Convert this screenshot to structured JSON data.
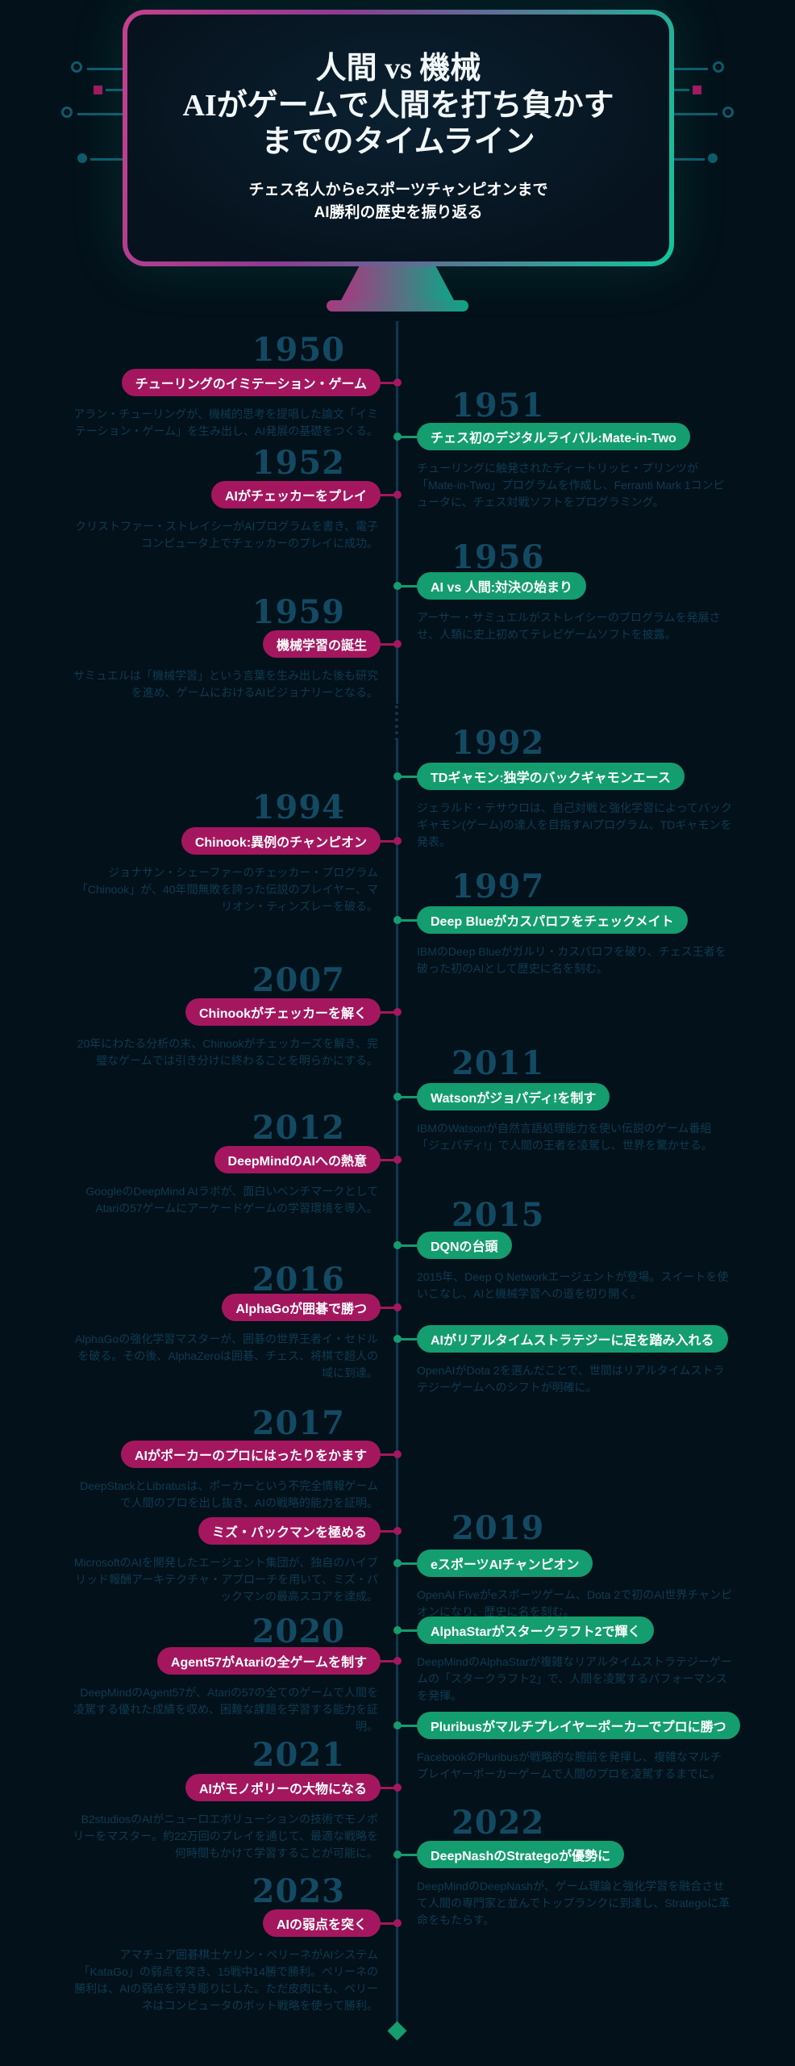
{
  "header": {
    "title_lines": [
      "人間 vs 機械",
      "AIがゲームで人間を打ち負かす",
      "までのタイムライン"
    ],
    "subtitle_lines": [
      "チェス名人からeスポーツチャンピオンまで",
      "AI勝利の歴史を振り返る"
    ]
  },
  "colors": {
    "bg": "#03111a",
    "pill-left": "#a4175f",
    "pill-right": "#149d6f",
    "year": "#134a63",
    "desc": "#0e3c52",
    "line": "#0c3a4e",
    "circuit": "#0d5b6b",
    "grad-start": "#c6408e",
    "grad-end": "#10c79c"
  },
  "events": [
    {
      "side": "left",
      "year": "1950",
      "title": "チューリングのイミテーション・ゲーム",
      "desc": "アラン・チューリングが、機械的思考を提唱した論文「イミテーション・ゲーム」を生み出し、AI発展の基礎をつくる。"
    },
    {
      "side": "right",
      "year": "1951",
      "title": "チェス初のデジタルライバル:Mate-in-Two",
      "desc": "チューリングに触発されたディートリッヒ・プリンツが「Mate-in-Two」プログラムを作成し、Ferranti Mark 1コンピュータに、チェス対戦ソフトをプログラミング。"
    },
    {
      "side": "left",
      "year": "1952",
      "title": "AIがチェッカーをプレイ",
      "desc": "クリストファー・ストレイシーがAIプログラムを書き、電子コンピュータ上でチェッカーのプレイに成功。"
    },
    {
      "side": "right",
      "year": "1956",
      "title": "AI vs 人間:対決の始まり",
      "desc": "アーサー・サミュエルがストレイシーのプログラムを発展させ、人類に史上初めてテレビゲームソフトを披露。"
    },
    {
      "side": "left",
      "year": "1959",
      "title": "機械学習の誕生",
      "desc": "サミュエルは「機械学習」という言葉を生み出した後も研究を進め、ゲームにおけるAIビジョナリーとなる。"
    },
    {
      "side": "right",
      "year": "1992",
      "title": "TDギャモン:独学のバックギャモンエース",
      "desc": "ジェラルド・テサウロは、自己対戦と強化学習によってバックギャモン(ゲーム)の達人を目指すAIプログラム、TDギャモンを発表。"
    },
    {
      "side": "left",
      "year": "1994",
      "title": "Chinook:異例のチャンピオン",
      "desc": "ジョナサン・シェーファーのチェッカー・プログラム「Chinook」が、40年間無敗を誇った伝説のプレイヤー、マリオン・ティンズレーを破る。"
    },
    {
      "side": "right",
      "year": "1997",
      "title": "Deep Blueがカスパロフをチェックメイト",
      "desc": "IBMのDeep Blueがガルリ・カスパロフを破り、チェス王者を破った初のAIとして歴史に名を刻む。"
    },
    {
      "side": "left",
      "year": "2007",
      "title": "Chinookがチェッカーを解く",
      "desc": "20年にわたる分析の末、Chinookがチェッカーズを解き、完璧なゲームでは引き分けに終わることを明らかにする。"
    },
    {
      "side": "right",
      "year": "2011",
      "title": "Watsonがジョパディ!を制す",
      "desc": "IBMのWatsonが自然言語処理能力を使い伝説のゲーム番組「ジェパディ!」で人間の王者を凌駕し、世界を驚かせる。"
    },
    {
      "side": "left",
      "year": "2012",
      "title": "DeepMindのAIへの熱意",
      "desc": "GoogleのDeepMind AIラボが、面白いベンチマークとしてAtariの57ゲームにアーケードゲームの学習環境を導入。"
    },
    {
      "side": "right",
      "year": "2015",
      "title": "DQNの台頭",
      "desc": "2015年、Deep Q Networkエージェントが登場。スイートを使いこなし、AIと機械学習への道を切り開く。"
    },
    {
      "side": "left",
      "year": "2016",
      "title": "AlphaGoが囲碁で勝つ",
      "desc": "AlphaGoの強化学習マスターが、囲碁の世界王者イ・セドルを破る。その後、AlphaZeroは囲碁、チェス、将棋で超人の域に到達。"
    },
    {
      "side": "right",
      "year": null,
      "title": "AIがリアルタイムストラテジーに足を踏み入れる",
      "desc": "OpenAIがDota 2を選んだことで、世間はリアルタイムストラテジーゲームへのシフトが明確に。"
    },
    {
      "side": "left",
      "year": "2017",
      "title": "AIがポーカーのプロにはったりをかます",
      "desc": "DeepStackとLibratusは、ポーカーという不完全情報ゲームで人間のプロを出し抜き、AIの戦略的能力を証明。"
    },
    {
      "side": "left",
      "year": null,
      "title": "ミズ・パックマンを極める",
      "desc": "MicrosoftのAIを開発したエージェント集団が、独自のハイブリッド報酬アーキテクチャ・アプローチを用いて、ミズ・パックマンの最高スコアを達成。"
    },
    {
      "side": "right",
      "year": "2019",
      "title": "eスポーツAIチャンピオン",
      "desc": "OpenAI Fiveがeスポーツゲーム、Dota 2で初のAI世界チャンピオンになり、歴史に名を刻む。"
    },
    {
      "side": "right",
      "year": null,
      "title": "AlphaStarがスタークラフト2で輝く",
      "desc": "DeepMindのAlphaStarが複雑なリアルタイムストラテジーゲームの「スタークラフト2」で、人間を凌駕するパフォーマンスを発揮。"
    },
    {
      "side": "left",
      "year": "2020",
      "title": "Agent57がAtariの全ゲームを制す",
      "desc": "DeepMindのAgent57が、Atariの57の全てのゲームで人間を凌駕する優れた成績を収め、困難な課題を学習する能力を証明。"
    },
    {
      "side": "right",
      "year": null,
      "title": "Pluribusがマルチプレイヤーポーカーでプロに勝つ",
      "desc": "FacebookのPluribusが戦略的な腕前を発揮し、複雑なマルチプレイヤーポーカーゲームで人間のプロを凌駕するまでに。"
    },
    {
      "side": "left",
      "year": "2021",
      "title": "AIがモノポリーの大物になる",
      "desc": "B2studiosのAIがニューロエボリューションの技術でモノポリーをマスター。約22万回のプレイを通じて、最適な戦略を何時間もかけて学習することが可能に。"
    },
    {
      "side": "right",
      "year": "2022",
      "title": "DeepNashのStrategoが優勢に",
      "desc": "DeepMindのDeepNashが、ゲーム理論と強化学習を融合させて人間の専門家と並んでトップランクに到達し、Strategoに革命をもたらす。"
    },
    {
      "side": "left",
      "year": "2023",
      "title": "AIの弱点を突く",
      "desc": "アマチュア囲碁棋士ケリン・ペリーネがAIシステム「KataGo」の弱点を突き、15戦中14勝で勝利。ペリーネの勝利は、AIの弱点を浮き彫りにした。ただ皮肉にも、ペリーネはコンピュータのボット戦略を使って勝利。"
    }
  ]
}
